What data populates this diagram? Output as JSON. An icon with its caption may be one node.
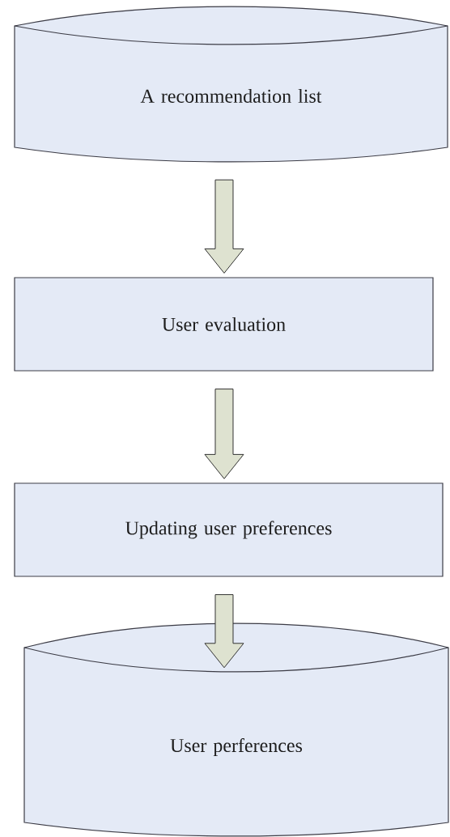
{
  "diagram": {
    "nodes": [
      {
        "text": [
          "A recommendation list"
        ]
      },
      {
        "text": [
          "User evaluation"
        ]
      },
      {
        "text": [
          "Updating user preferences"
        ]
      },
      {
        "text": [
          "User perferences"
        ]
      }
    ],
    "edges": [
      {
        "from": 0,
        "to": 1,
        "arrow": "to"
      },
      {
        "from": 1,
        "to": 2,
        "arrow": "to"
      },
      {
        "from": 2,
        "to": 3,
        "arrow": "to"
      }
    ]
  }
}
